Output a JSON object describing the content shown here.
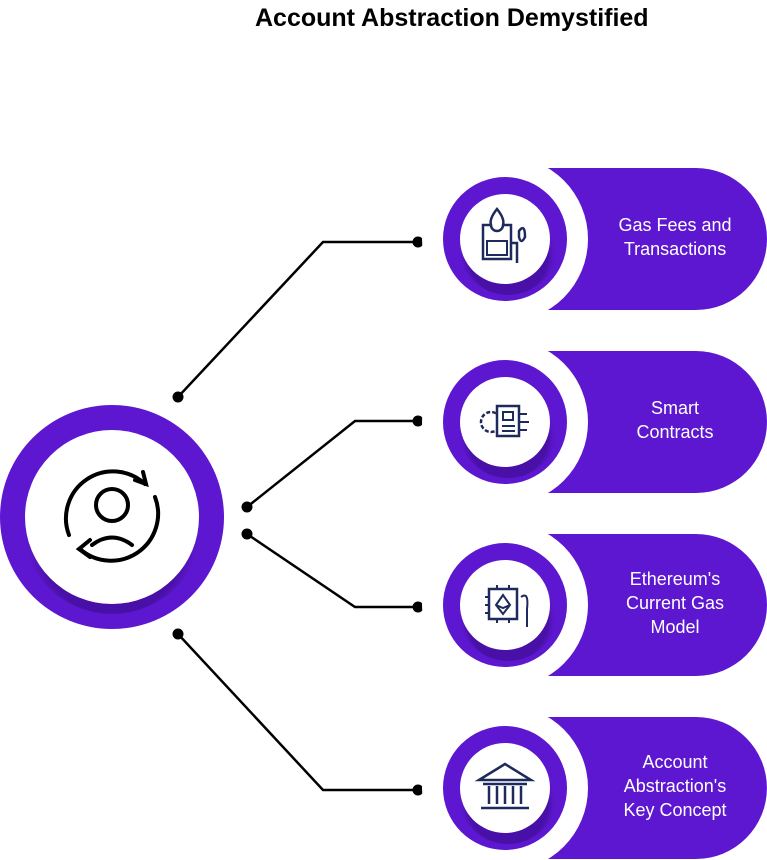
{
  "title": "Account Abstraction Demystified",
  "colors": {
    "accent": "#5e17d0",
    "icon": "#1e2a5c",
    "line": "#000000"
  },
  "center": {
    "icon": "user-sync-icon"
  },
  "items": [
    {
      "label_lines": [
        "Gas Fees and",
        "Transactions"
      ],
      "icon": "gas-pump-dollar-icon"
    },
    {
      "label_lines": [
        "Smart",
        "Contracts"
      ],
      "icon": "contract-gear-lock-icon"
    },
    {
      "label_lines": [
        "Ethereum's",
        "Current Gas",
        "Model"
      ],
      "icon": "ethereum-chip-gas-icon"
    },
    {
      "label_lines": [
        "Account",
        "Abstraction's",
        "Key Concept"
      ],
      "icon": "bank-building-icon"
    }
  ]
}
